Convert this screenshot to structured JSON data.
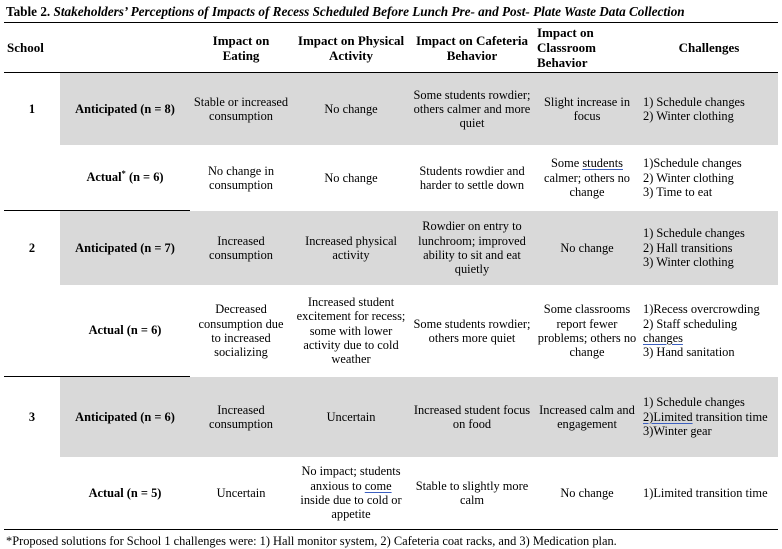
{
  "title": {
    "label": "Table 2.",
    "text": "Stakeholders’ Perceptions of Impacts of Recess Scheduled Before Lunch Pre- and Post- Plate Waste Data Collection"
  },
  "table": {
    "headers": {
      "school": "School",
      "eating": "Impact on Eating",
      "physical": "Impact on Physical Activity",
      "cafeteria": "Impact on Cafeteria Behavior",
      "classroom": "Impact on Classroom Behavior",
      "challenges": "Challenges"
    },
    "rows": [
      {
        "school": "1",
        "phase": "Anticipated (n = 8)",
        "phase_sup": "",
        "eating": "Stable or increased consumption",
        "physical": "No change",
        "cafeteria": "Some students rowdier; others calmer and more quiet",
        "classroom": "Slight increase in focus",
        "challenges": [
          "1) Schedule changes",
          "2) Winter clothing"
        ],
        "shaded": true
      },
      {
        "school": "",
        "phase": "Actual",
        "phase_sup": "*",
        "phase_tail": " (n = 6)",
        "eating": "No change in consumption",
        "physical": "No change",
        "cafeteria": "Students rowdier and harder to settle down",
        "classroom_pre": "Some ",
        "classroom_mis": "students",
        "classroom_post": " calmer; others no change",
        "challenges": [
          "1)Schedule changes",
          "2) Winter clothing",
          "3) Time to eat"
        ],
        "shaded": false
      },
      {
        "school": "2",
        "phase": "Anticipated (n = 7)",
        "eating": "Increased consumption",
        "physical": "Increased physical activity",
        "cafeteria": "Rowdier on entry to lunchroom; improved ability to sit and eat quietly",
        "classroom": "No change",
        "challenges": [
          "1) Schedule changes",
          "2) Hall transitions",
          "3) Winter clothing"
        ],
        "shaded": true
      },
      {
        "school": "",
        "phase": "Actual (n = 6)",
        "eating": "Decreased consumption due to increased socializing",
        "physical": "Increased student excitement for recess; some with lower activity due to cold weather",
        "cafeteria": "Some students rowdier; others more quiet",
        "classroom": "Some classrooms report fewer problems; others no change",
        "challenges_rich": [
          {
            "text": "1)Recess overcrowding"
          },
          {
            "text": "2) Staff scheduling ",
            "mis": "changes"
          },
          {
            "text": "3) Hand sanitation"
          }
        ],
        "shaded": false
      },
      {
        "school": "3",
        "phase": "Anticipated (n = 6)",
        "eating": "Increased consumption",
        "physical": "Uncertain",
        "cafeteria": "Increased student focus on food",
        "classroom": "Increased calm and engagement",
        "challenges_rich": [
          {
            "text": "1) Schedule changes"
          },
          {
            "mis": "2)Limited",
            "tail": " transition time"
          },
          {
            "text": "3)Winter gear"
          }
        ],
        "shaded": true
      },
      {
        "school": "",
        "phase": "Actual (n = 5)",
        "eating": "Uncertain",
        "physical_pre": "No impact; students anxious to ",
        "physical_mis": "come",
        "physical_post": " inside due to cold or appetite",
        "cafeteria": "Stable to slightly more calm",
        "classroom": "No change",
        "challenges": [
          "1)Limited transition time"
        ],
        "shaded": false
      }
    ]
  },
  "footnote": "*Proposed solutions for School 1 challenges were: 1) Hall monitor system, 2) Cafeteria coat racks, and 3) Medication plan.",
  "colors": {
    "shading": "#d9d9d9",
    "rule": "#000000",
    "misspell_underline": "#3b5fc0"
  }
}
